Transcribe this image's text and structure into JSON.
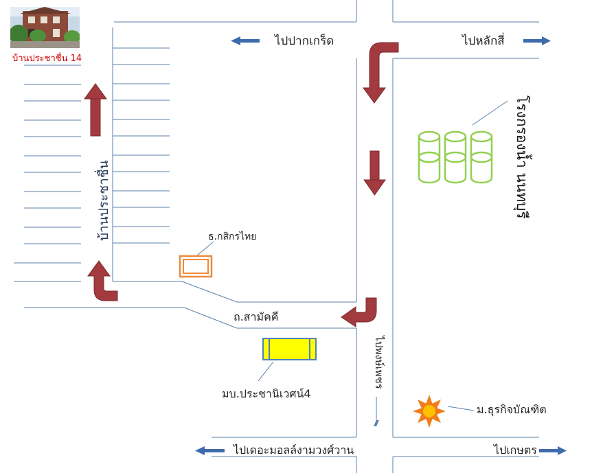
{
  "place": {
    "name": "บ้านประชาชื่น 14",
    "name_color": "#d40000"
  },
  "labels": {
    "to_pak_kret": "ไปปากเกร็ด",
    "to_lak_si": "ไปหลักสี่",
    "kasikorn_bank": "ธ.กสิกรไทย",
    "samakkhi_road": "ถ.สามัคคี",
    "village": "มบ.ประชานิเวศน์4",
    "to_phong_phet": "ไปพงษ์เพชร",
    "to_the_mall": "ไปเดอะมอลล์งามวงศ์วาน",
    "to_kaset": "ไปเกษตร",
    "university": "ม.ธุรกิจบัณฑิต",
    "road_ban_prachachuen": "บ้านประชาชื่น",
    "water_plant": "โรงกรองน้ำ นนทบุรี"
  },
  "colors": {
    "road_line": "#5b7fa8",
    "route_arrow": "#a33a3f",
    "direction_arrow": "#3f6bab",
    "bank_icon": "#ee8a3a",
    "village_fill": "#ffff00",
    "village_border": "#4f81bd",
    "water_tank": "#92d050",
    "sun_outer": "#f07d1a",
    "sun_inner": "#ffc000"
  },
  "icons": {
    "photo": "house-photo",
    "bank": "bank-icon",
    "village": "village-icon",
    "water_plant": "water-tank-icon",
    "university": "sun-icon"
  }
}
